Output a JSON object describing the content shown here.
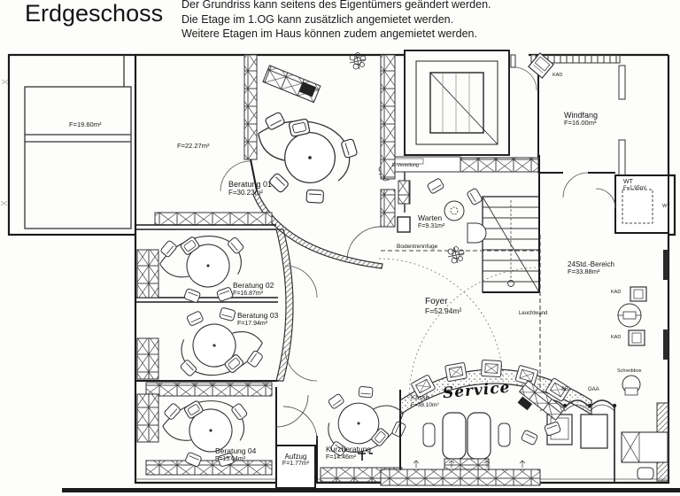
{
  "header": {
    "title": "Erdgeschoss",
    "notes": [
      "Der Grundriss kann seitens des Eigentümers geändert werden.",
      "Die Etage im 1.OG kann zusätzlich angemietet werden.",
      "Weitere Etagen im Haus können zudem angemietet werden."
    ]
  },
  "rooms": {
    "room_links_oben": {
      "area": "F=19.60m²"
    },
    "room_2227": {
      "area": "F=22.27m²"
    },
    "beratung01": {
      "name": "Beratung 01",
      "area": "F=30.23m²"
    },
    "warten": {
      "name": "Warten",
      "area": "F=9.31m²"
    },
    "windfang": {
      "name": "Windfang",
      "area": "F=16.00m²"
    },
    "wt": {
      "name": "WT",
      "area": "F=1.95m²"
    },
    "bereich24": {
      "name": "24Std.-Bereich",
      "area": "F=33.88m²"
    },
    "beratung02": {
      "name": "Beratung 02",
      "area": "F=16.87m²"
    },
    "beratung03": {
      "name": "Beratung 03",
      "area": "F=17.94m²"
    },
    "beratung04": {
      "name": "Beratung 04",
      "area": "F=15.04m²"
    },
    "aufzug": {
      "name": "Aufzug",
      "area": "F=1.77m²"
    },
    "kurzberatung": {
      "name": "Kurzberatung",
      "area": "F=14.46m²"
    },
    "foyer": {
      "name": "Foyer",
      "area": "F=52.94m²"
    },
    "kasse": {
      "name": "Kasse",
      "area": "F=38.10m²"
    },
    "service": {
      "name": "Service"
    }
  },
  "annotations": {
    "e_verteilung": "E-Verteilung",
    "bodentrennfuge": "Bodentrennfuge",
    "leuchtwand": "Leuchtwand",
    "kad": "KAD",
    "sb": "SB",
    "gaa": "GAA",
    "schreibbox": "Schreibbox",
    "wt_side": "WT"
  },
  "colors": {
    "ink": "#1b1b1b",
    "lightline": "#555555"
  }
}
